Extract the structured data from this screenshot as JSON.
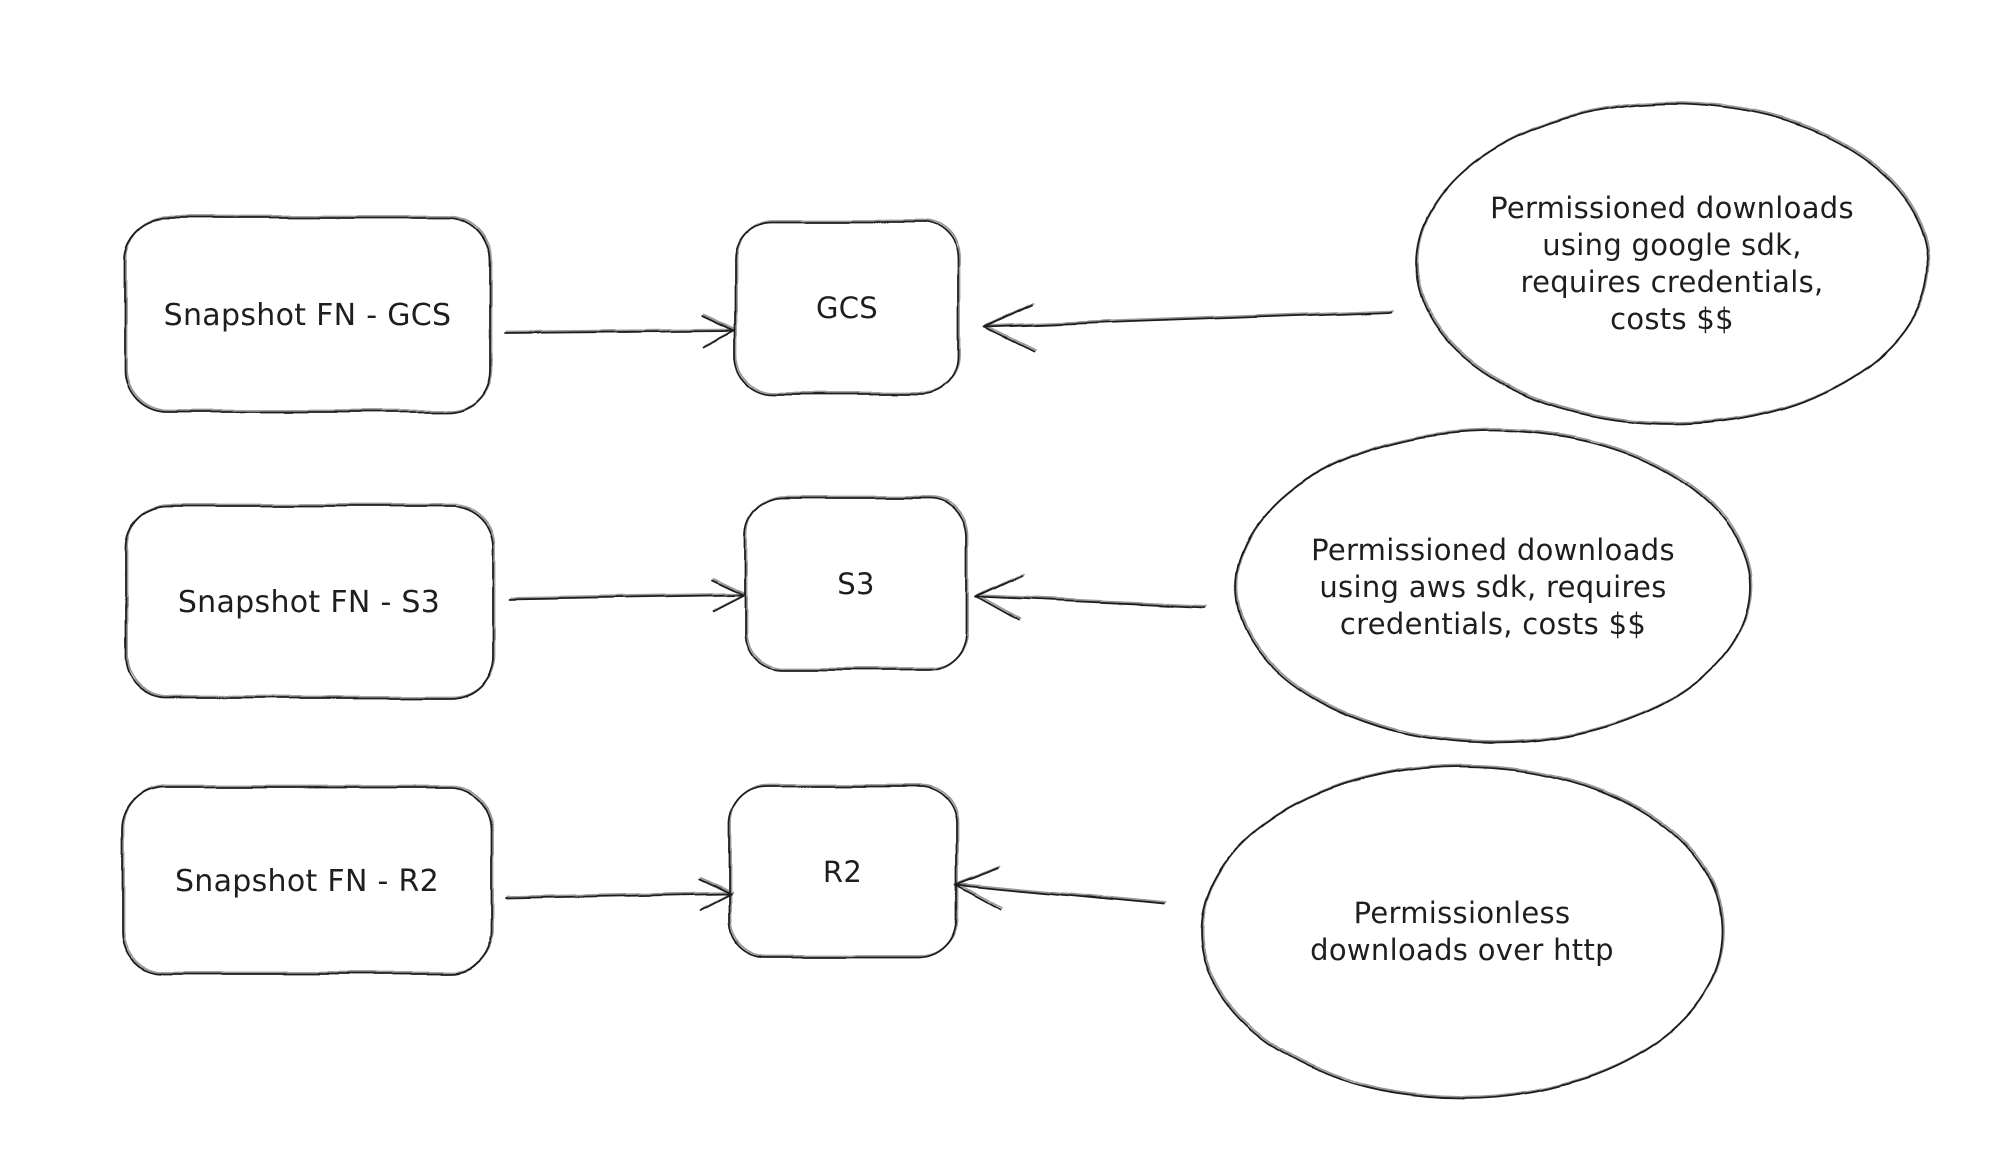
{
  "diagram": {
    "background_color": "#ffffff",
    "stroke_color": "#1e1e1e",
    "rows": [
      {
        "source_label": "Snapshot FN - GCS",
        "target_label": "GCS",
        "note": "Permissioned downloads\nusing google sdk,\nrequires credentials,\ncosts $$"
      },
      {
        "source_label": "Snapshot FN - S3",
        "target_label": "S3",
        "note": "Permissioned downloads\nusing aws sdk, requires\ncredentials, costs $$"
      },
      {
        "source_label": "Snapshot FN - R2",
        "target_label": "R2",
        "note": "Permissionless\ndownloads over http"
      }
    ]
  }
}
